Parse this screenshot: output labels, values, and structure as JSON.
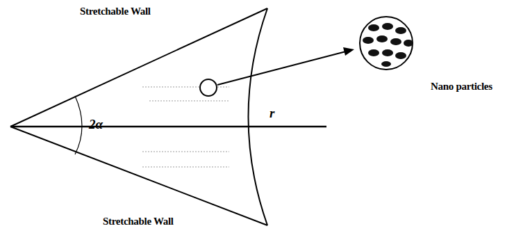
{
  "diagram": {
    "labels": [
      "Stretchable Wall",
      "2α",
      "r",
      "Nano particles",
      "Stretchable Wall"
    ]
  }
}
